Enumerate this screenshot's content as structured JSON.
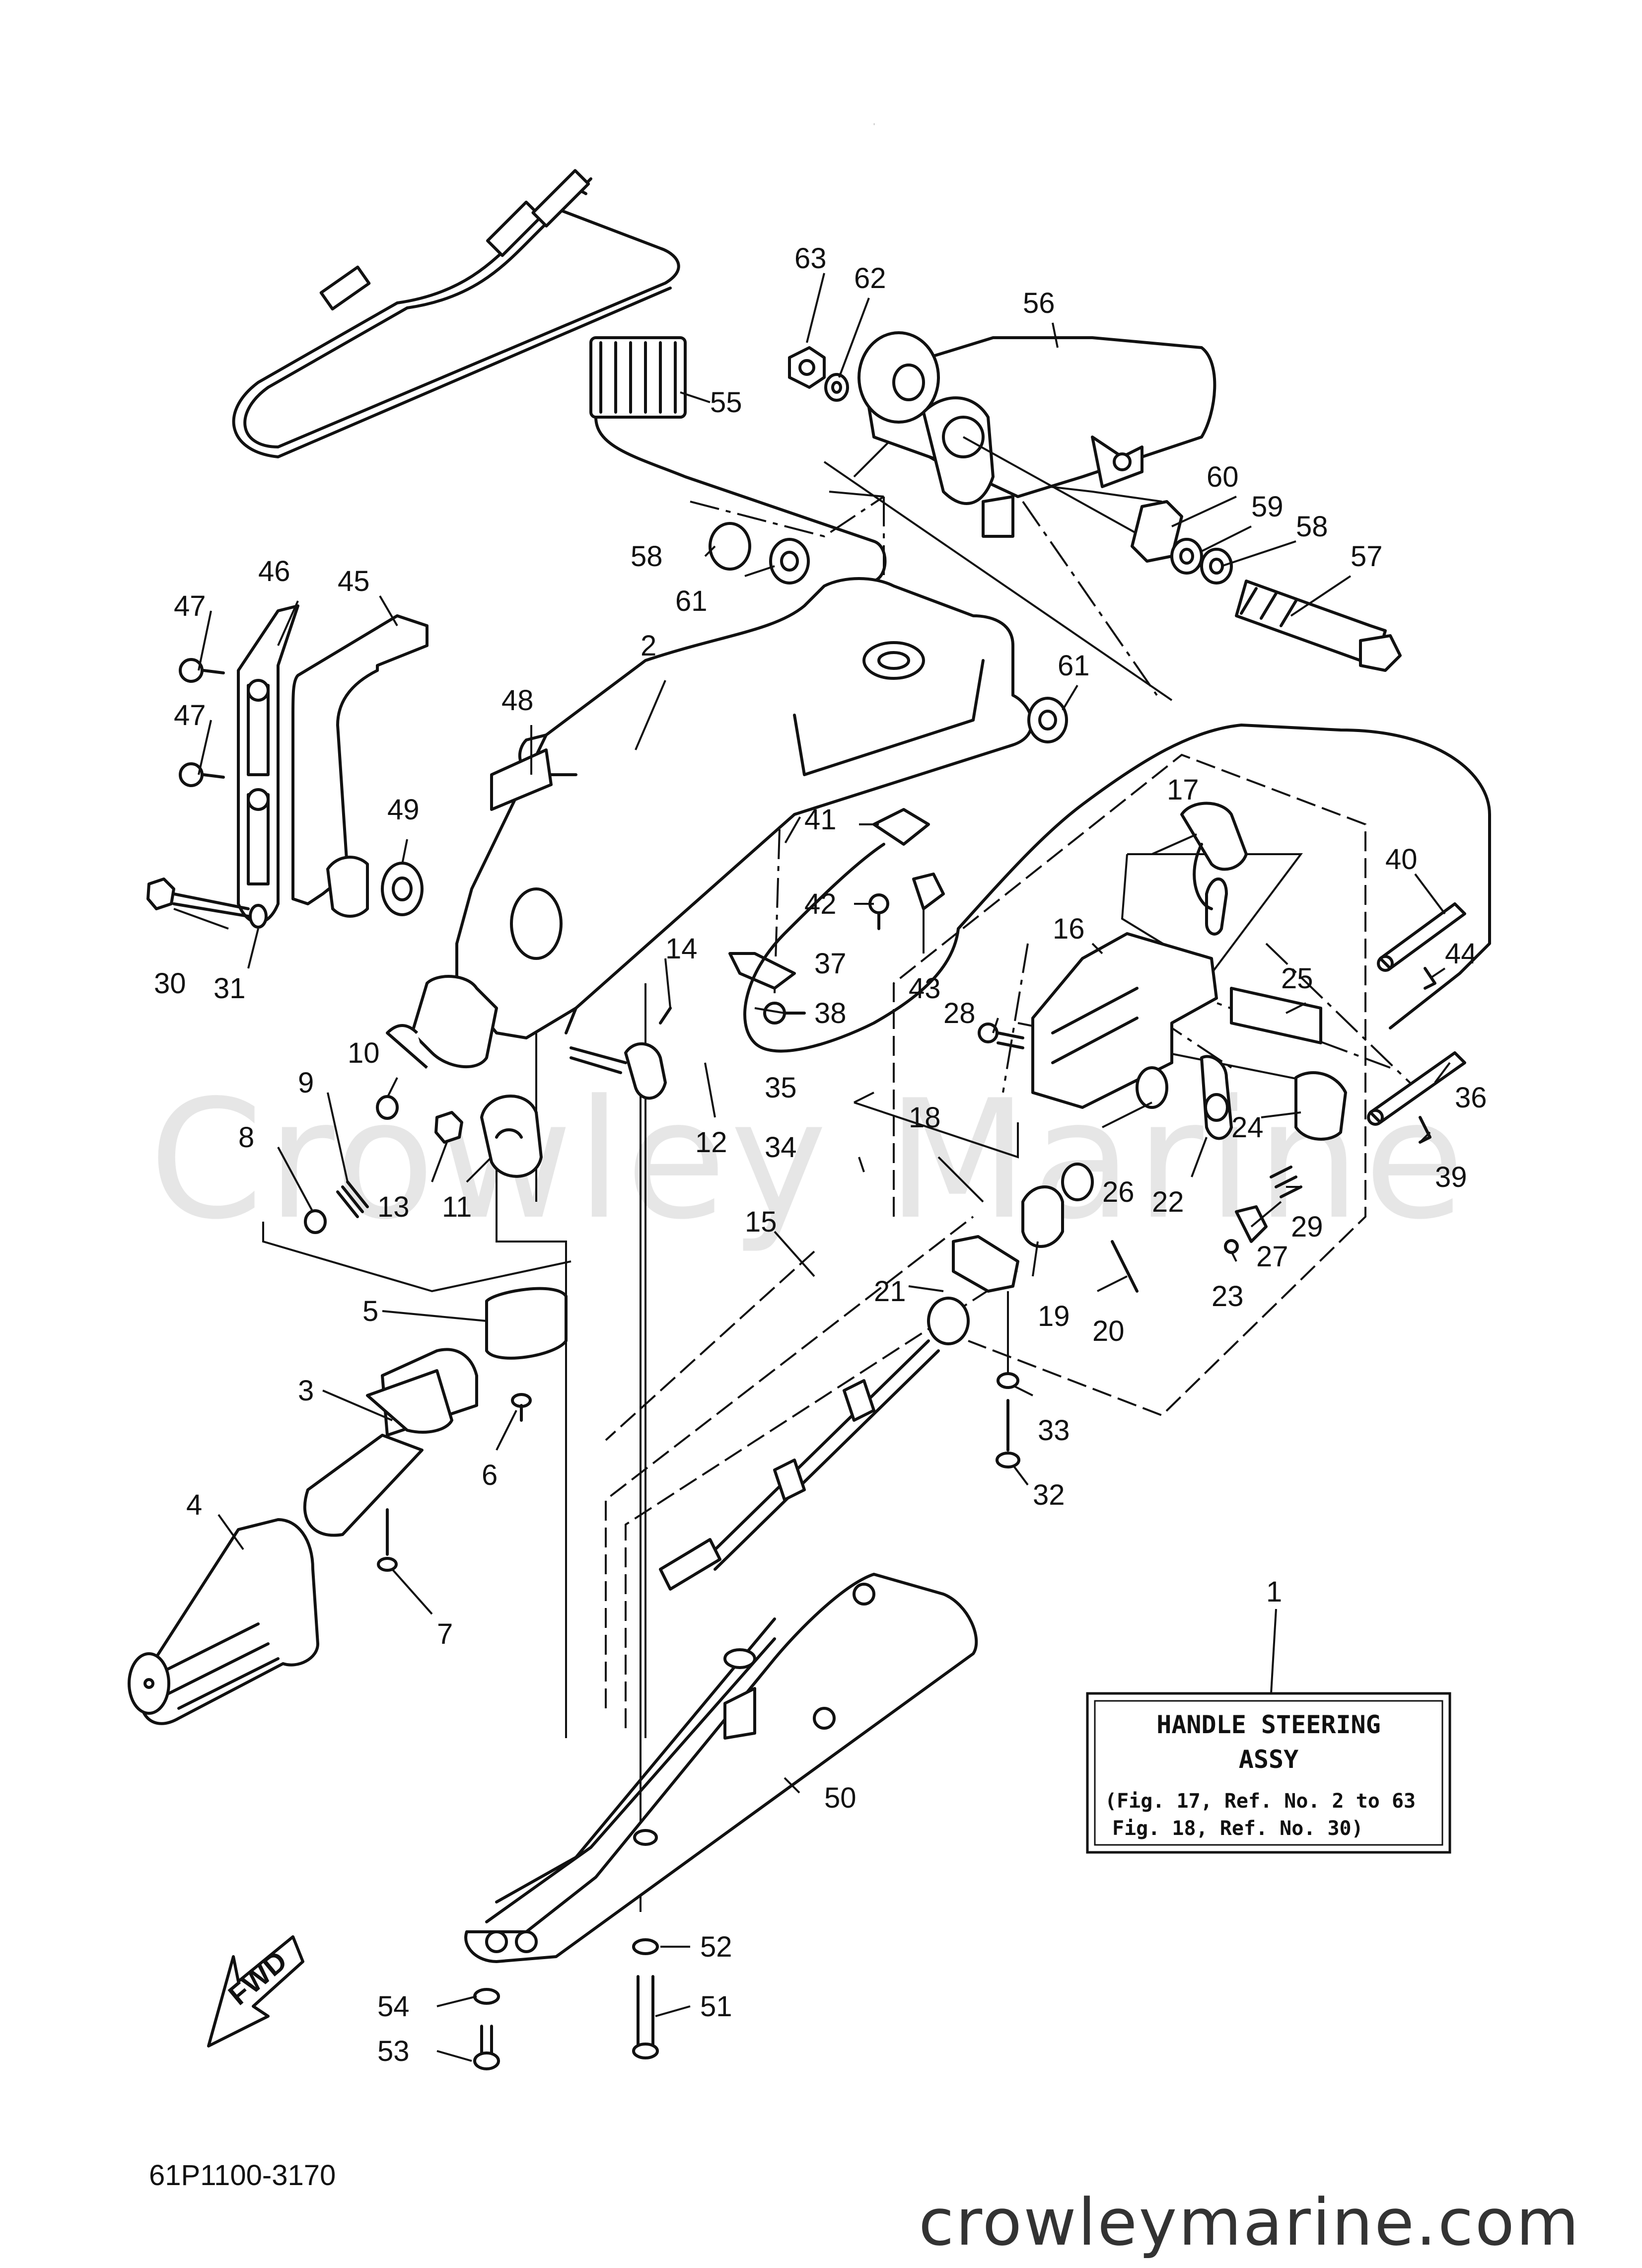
{
  "diagram_code": "61P1100-3170",
  "watermark": "Crowley Marine",
  "site_footer": "crowleymarine.com",
  "fwd_label": "FWD",
  "assy_box": {
    "callout": "1",
    "line1": "HANDLE STEERING",
    "line2": "ASSY",
    "line3": "(Fig. 17, Ref. No. 2 to 63",
    "line4": "Fig. 18, Ref. No. 30)"
  },
  "callouts": [
    {
      "id": "2",
      "label": "2"
    },
    {
      "id": "3",
      "label": "3"
    },
    {
      "id": "4",
      "label": "4"
    },
    {
      "id": "5",
      "label": "5"
    },
    {
      "id": "6",
      "label": "6"
    },
    {
      "id": "7",
      "label": "7"
    },
    {
      "id": "8",
      "label": "8"
    },
    {
      "id": "9",
      "label": "9"
    },
    {
      "id": "10",
      "label": "10"
    },
    {
      "id": "11",
      "label": "11"
    },
    {
      "id": "12",
      "label": "12"
    },
    {
      "id": "13",
      "label": "13"
    },
    {
      "id": "14",
      "label": "14"
    },
    {
      "id": "15",
      "label": "15"
    },
    {
      "id": "16",
      "label": "16"
    },
    {
      "id": "17",
      "label": "17"
    },
    {
      "id": "18",
      "label": "18"
    },
    {
      "id": "19",
      "label": "19"
    },
    {
      "id": "20",
      "label": "20"
    },
    {
      "id": "21",
      "label": "21"
    },
    {
      "id": "22",
      "label": "22"
    },
    {
      "id": "23",
      "label": "23"
    },
    {
      "id": "24",
      "label": "24"
    },
    {
      "id": "25",
      "label": "25"
    },
    {
      "id": "26",
      "label": "26"
    },
    {
      "id": "27",
      "label": "27"
    },
    {
      "id": "28",
      "label": "28"
    },
    {
      "id": "29",
      "label": "29"
    },
    {
      "id": "30",
      "label": "30"
    },
    {
      "id": "31",
      "label": "31"
    },
    {
      "id": "32",
      "label": "32"
    },
    {
      "id": "33",
      "label": "33"
    },
    {
      "id": "34",
      "label": "34"
    },
    {
      "id": "35",
      "label": "35"
    },
    {
      "id": "36",
      "label": "36"
    },
    {
      "id": "37",
      "label": "37"
    },
    {
      "id": "38",
      "label": "38"
    },
    {
      "id": "39",
      "label": "39"
    },
    {
      "id": "40",
      "label": "40"
    },
    {
      "id": "41",
      "label": "41"
    },
    {
      "id": "42",
      "label": "42"
    },
    {
      "id": "43",
      "label": "43"
    },
    {
      "id": "44",
      "label": "44"
    },
    {
      "id": "45",
      "label": "45"
    },
    {
      "id": "46",
      "label": "46"
    },
    {
      "id": "47a",
      "label": "47"
    },
    {
      "id": "47b",
      "label": "47"
    },
    {
      "id": "48",
      "label": "48"
    },
    {
      "id": "49",
      "label": "49"
    },
    {
      "id": "50",
      "label": "50"
    },
    {
      "id": "51",
      "label": "51"
    },
    {
      "id": "52",
      "label": "52"
    },
    {
      "id": "53",
      "label": "53"
    },
    {
      "id": "54",
      "label": "54"
    },
    {
      "id": "55",
      "label": "55"
    },
    {
      "id": "56",
      "label": "56"
    },
    {
      "id": "57",
      "label": "57"
    },
    {
      "id": "58a",
      "label": "58"
    },
    {
      "id": "58b",
      "label": "58"
    },
    {
      "id": "59",
      "label": "59"
    },
    {
      "id": "60",
      "label": "60"
    },
    {
      "id": "61a",
      "label": "61"
    },
    {
      "id": "61b",
      "label": "61"
    },
    {
      "id": "62",
      "label": "62"
    },
    {
      "id": "63",
      "label": "63"
    }
  ]
}
